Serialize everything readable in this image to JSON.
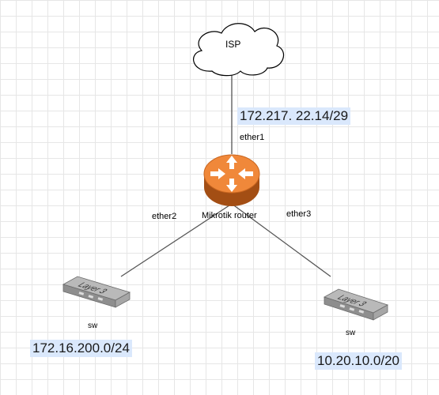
{
  "nodes": {
    "isp": {
      "label": "ISP"
    },
    "router": {
      "label": "Mikrotik router"
    },
    "switch_left": {
      "face_label": "Layer 3",
      "label": "sw"
    },
    "switch_right": {
      "face_label": "Layer 3",
      "label": "sw"
    }
  },
  "links": {
    "ether1": "ether1",
    "ether2": "ether2",
    "ether3": "ether3"
  },
  "subnets": {
    "wan": "172.217. 22.14/29",
    "left": "172.16.200.0/24",
    "right": "10.20.10.0/20"
  },
  "colors": {
    "router_orange": "#f0883a",
    "ip_highlight": "#dae8fc",
    "switch_gray": "#9a9a9a",
    "link_gray": "#555555"
  }
}
